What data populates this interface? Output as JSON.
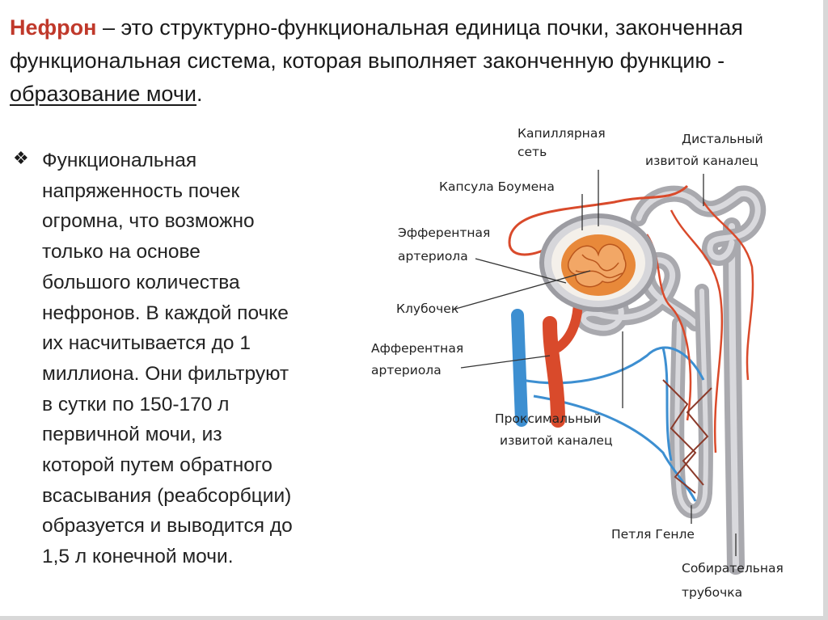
{
  "title": {
    "term": "Нефрон",
    "definition_part1": " – это структурно-функциональная единица почки, законченная функциональная система, которая выполняет законченную функцию - ",
    "definition_emph": "образование мочи",
    "definition_end": "."
  },
  "bullet": {
    "icon": "diamond-bullet-icon",
    "text": "Функциональная\nнапряженность почек\nогромна, что возможно\nтолько на основе\nбольшого количества\nнефронов. В каждой почке\nих насчитывается до 1\nмиллиона. Они фильтруют\nв сутки по 150-170 л\nпервичной мочи, из\nкоторой путем обратного\nвсасывания (реабсорбции)\nобразуется и выводится до\n1,5 л конечной мочи."
  },
  "diagram": {
    "labels": {
      "capillary_1": "Капиллярная",
      "capillary_2": "сеть",
      "distal_1": "Дистальный",
      "distal_2": "извитой каналец",
      "bowman": "Капсула Боумена",
      "efferent_1": "Эфферентная",
      "efferent_2": "артериола",
      "glomerulus": "Клубочек",
      "afferent_1": "Афферентная",
      "afferent_2": "артериола",
      "proximal_1": "Проксимальный",
      "proximal_2": "извитой каналец",
      "henle": "Петля Генле",
      "collecting_1": "Собирательная",
      "collecting_2": "трубочка"
    },
    "colors": {
      "artery": "#d94a2b",
      "vein": "#3d8fd1",
      "tubule": "#b8b8bc",
      "glomerulus": "#e8893a"
    }
  }
}
